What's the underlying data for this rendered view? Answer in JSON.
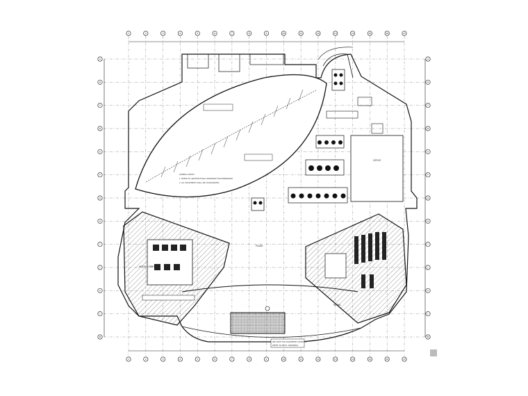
{
  "drawing": {
    "title": "",
    "column_grid_labels": [
      "1",
      "2",
      "3",
      "4",
      "5",
      "6",
      "7",
      "8",
      "9",
      "10",
      "11",
      "12",
      "13",
      "14",
      "15",
      "16",
      "17"
    ],
    "row_grid_labels": [
      "A",
      "B",
      "C",
      "D",
      "E",
      "F",
      "G",
      "H",
      "I",
      "J",
      "K",
      "L",
      "M"
    ],
    "room_labels": [
      {
        "id": "hotel-label",
        "text": "HOTEL LOBBY"
      },
      {
        "id": "office-label",
        "text": "OFFICE"
      },
      {
        "id": "plaza-label",
        "text": "PLAZA"
      },
      {
        "id": "retail-label",
        "text": "RETAIL"
      }
    ],
    "notes": [
      "GENERAL NOTES",
      "1. REFER TO ARCHITECTURAL DRAWINGS FOR DIMENSIONS",
      "2. ALL EQUIPMENT SHALL BE COORDINATED"
    ],
    "legend_box": [
      "SEE NOTE FOR EQUIPMENT SCHEDULE",
      "REFER TO MECH. DRAWINGS"
    ],
    "colors": {
      "line": "#111111",
      "grid": "#555555",
      "hatch": "#444444",
      "bg": "#ffffff"
    }
  }
}
